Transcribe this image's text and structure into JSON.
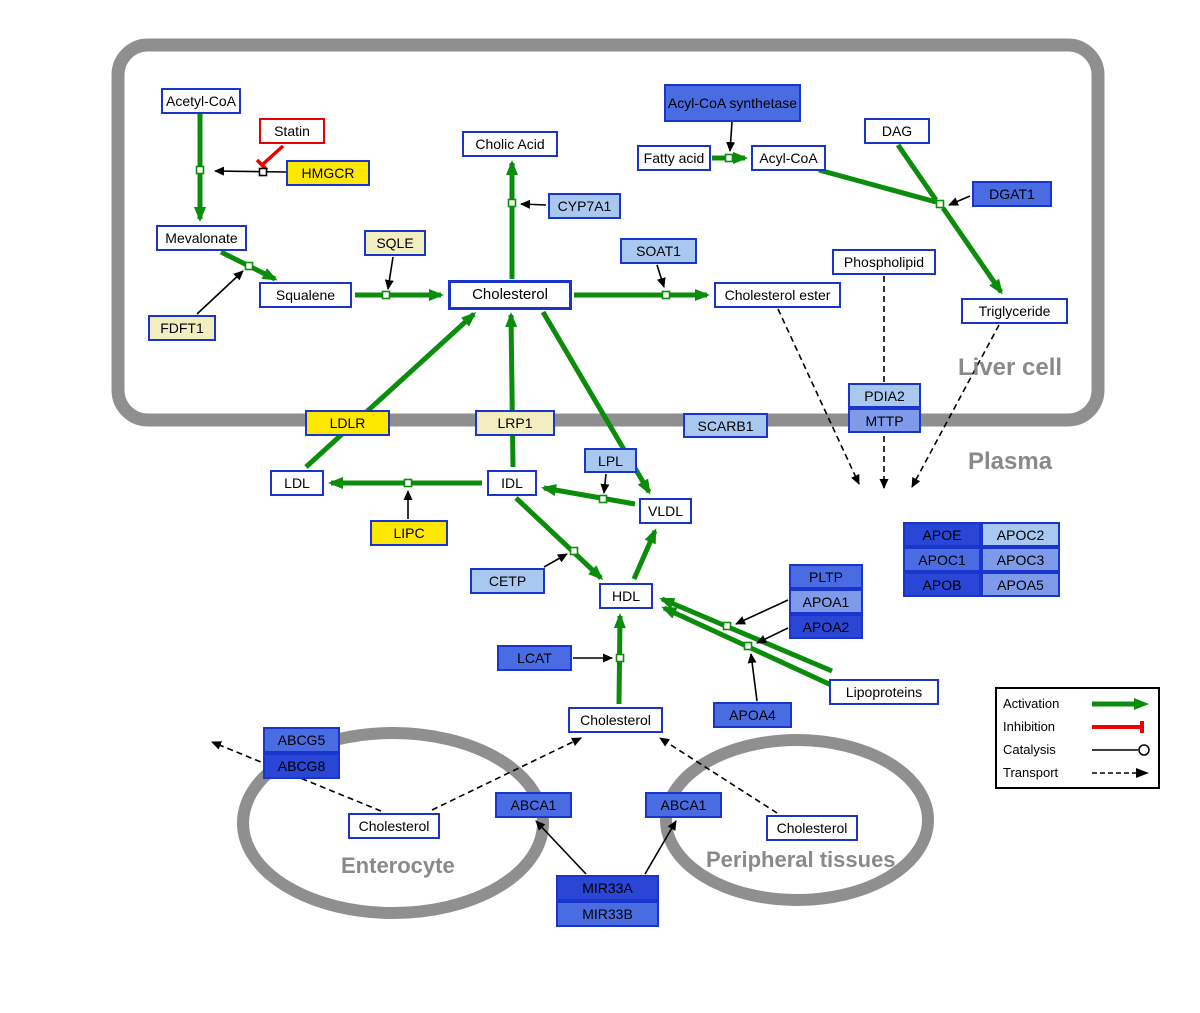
{
  "compartments": {
    "liver": "Liver cell",
    "plasma": "Plasma",
    "enterocyte": "Enterocyte",
    "peripheral": "Peripheral tissues"
  },
  "nodes": {
    "acetyl_coa": "Acetyl-CoA",
    "statin": "Statin",
    "hmgcr": "HMGCR",
    "mevalonate": "Mevalonate",
    "sqle": "SQLE",
    "fdft1": "FDFT1",
    "squalene": "Squalene",
    "cholesterol_liver": "Cholesterol",
    "cholic_acid": "Cholic Acid",
    "cyp7a1": "CYP7A1",
    "soat1": "SOAT1",
    "cholesterol_ester": "Cholesterol ester",
    "acyl_coa_synthetase": "Acyl-CoA synthetase",
    "fatty_acid": "Fatty acid",
    "acyl_coa": "Acyl-CoA",
    "dag": "DAG",
    "dgat1": "DGAT1",
    "phospholipid": "Phospholipid",
    "triglyceride": "Triglyceride",
    "ldlr": "LDLR",
    "lrp1": "LRP1",
    "scarb1": "SCARB1",
    "pdia2": "PDIA2",
    "mttp": "MTTP",
    "ldl": "LDL",
    "idl": "IDL",
    "lipc": "LIPC",
    "lpl": "LPL",
    "vldl": "VLDL",
    "cetp": "CETP",
    "hdl": "HDL",
    "lcat": "LCAT",
    "pltp": "PLTP",
    "apoa1": "APOA1",
    "apoa2": "APOA2",
    "apoa4": "APOA4",
    "lipoproteins": "Lipoproteins",
    "apoe": "APOE",
    "apoc2": "APOC2",
    "apoc1": "APOC1",
    "apoc3": "APOC3",
    "apob": "APOB",
    "apoa5": "APOA5",
    "cholesterol_plasma": "Cholesterol",
    "abcg5": "ABCG5",
    "abcg8": "ABCG8",
    "cholesterol_enterocyte": "Cholesterol",
    "abca1_enterocyte": "ABCA1",
    "abca1_peripheral": "ABCA1",
    "cholesterol_peripheral": "Cholesterol",
    "mir33a": "MIR33A",
    "mir33b": "MIR33B"
  },
  "legend": [
    "Activation",
    "Inhibition",
    "Catalysis",
    "Transport"
  ],
  "colors": {
    "activation": "#0b8c0b",
    "inhibition": "#ee0000",
    "membrane": "#8f8f8f",
    "node_border": "#1a35cc",
    "gene_yellow": "#ffe800",
    "gene_pale_yellow": "#f2eec0",
    "gene_blue_dark": "#2946d6",
    "gene_blue_medium": "#4a6ce2",
    "gene_blue_light": "#a9c8f0"
  }
}
